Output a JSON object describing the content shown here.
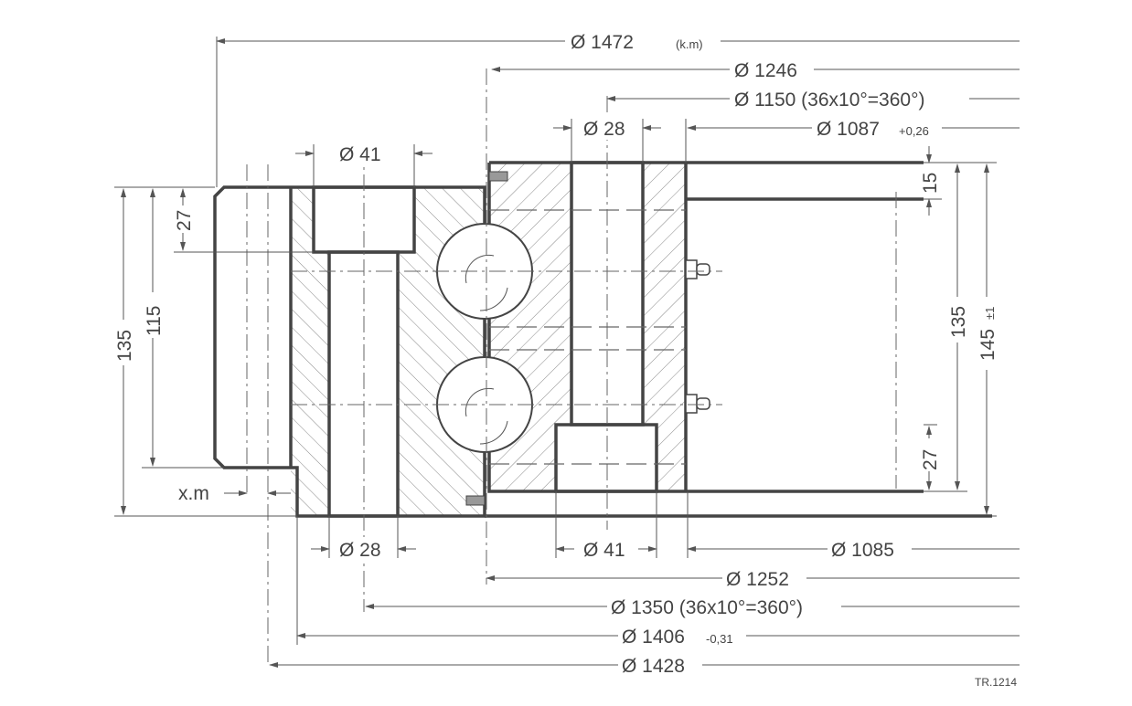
{
  "drawing": {
    "top_dims": {
      "d1472": "Ø 1472",
      "d1472_note": "(k.m)",
      "d1246": "Ø 1246",
      "d1150": "Ø 1150 (36x10°=360°)",
      "d28": "Ø 28",
      "d1087": "Ø 1087",
      "d1087_tol": "+0,26",
      "d41": "Ø 41"
    },
    "bottom_dims": {
      "d28": "Ø 28",
      "d41": "Ø 41",
      "d1085": "Ø 1085",
      "d1252": "Ø 1252",
      "d1350": "Ø 1350 (36x10°=360°)",
      "d1406": "Ø 1406",
      "d1406_tol": "-0,31",
      "d1428": "Ø 1428"
    },
    "left_dims": {
      "h135": "135",
      "h115": "115",
      "h27": "27",
      "xm": "x.m"
    },
    "right_dims": {
      "h15": "15",
      "h27": "27",
      "h135": "135",
      "h145": "145",
      "h145_tol": "±1"
    },
    "drawing_id": "TR.1214"
  }
}
